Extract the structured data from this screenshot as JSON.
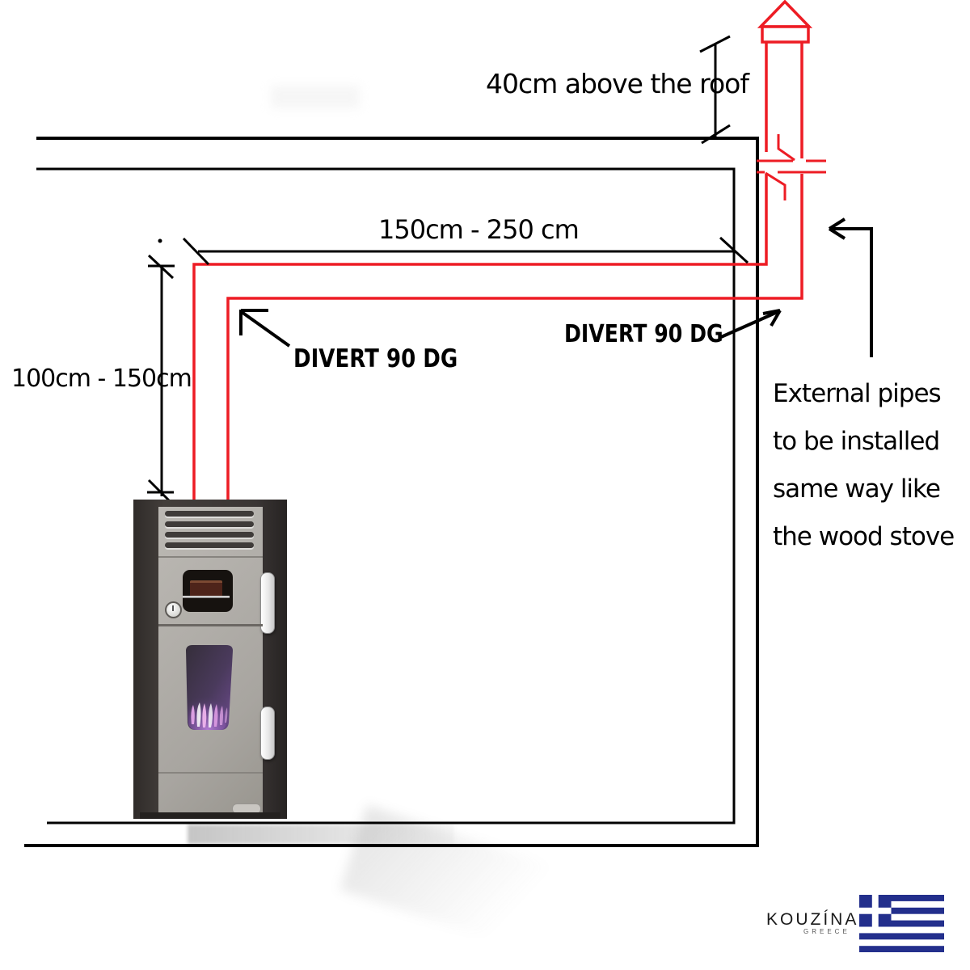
{
  "colors": {
    "pipe_red": "#ed1c24",
    "line_black": "#000000",
    "flag_blue": "#232f8c",
    "stove_body": "#aaa7a2",
    "stove_frame": "#3a3534"
  },
  "annotations": {
    "above_roof": "40cm above the roof",
    "horizontal_run": "150cm - 250 cm",
    "vertical_run": "100cm - 150cm",
    "divert_left": "DIVERT 90 DG",
    "divert_right": "DIVERT 90 DG",
    "external_note_lines": [
      "External pipes",
      "to be installed",
      "same way like",
      "the wood stove"
    ]
  },
  "logo": {
    "brand": "KOUZÍNA",
    "country": "GREECE"
  }
}
